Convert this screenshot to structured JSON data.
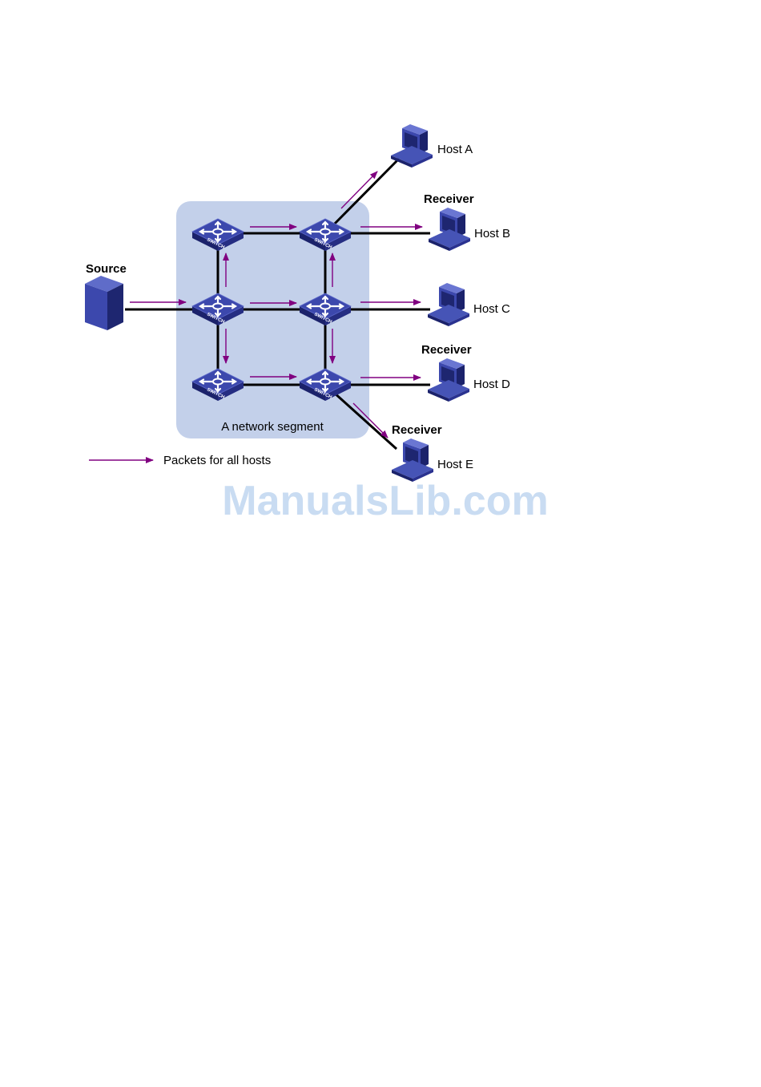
{
  "labels": {
    "source": "Source",
    "segment": "A network segment",
    "receiver_b": "Receiver",
    "receiver_d": "Receiver",
    "receiver_e": "Receiver",
    "host_a": "Host A",
    "host_b": "Host B",
    "host_c": "Host C",
    "host_d": "Host D",
    "host_e": "Host E",
    "switch": "SWITCH"
  },
  "legend": {
    "label": "Packets for all hosts"
  },
  "watermark": "ManualsLib.com",
  "colors": {
    "segment_fill": "#c3d0ea",
    "link": "#000000",
    "arrow": "#800080",
    "device": "#2d3591",
    "watermark": "#c9dcf2"
  },
  "icons": {
    "switch": "switch-icon",
    "server": "server-icon",
    "host": "computer-icon"
  }
}
